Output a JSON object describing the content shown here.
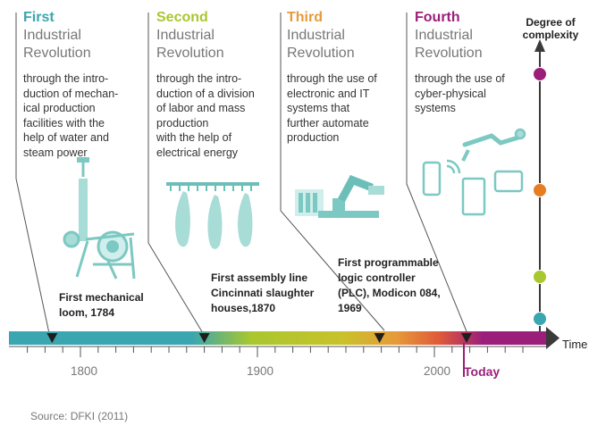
{
  "columns": [
    {
      "ordinal": "First",
      "title_line1": "Industrial",
      "title_line2": "Revolution",
      "color": "#3aa6b0",
      "description": "through the intro-\nduction of mechan-\nical production\nfacilities with the\nhelp of water and\nsteam power",
      "icon": "mechanical-loom-icon"
    },
    {
      "ordinal": "Second",
      "title_line1": "Industrial",
      "title_line2": "Revolution",
      "color": "#a9c72f",
      "description": "through the intro-\nduction of a division\nof labor and mass\nproduction\nwith the help of\nelectrical energy",
      "icon": "assembly-line-icon"
    },
    {
      "ordinal": "Third",
      "title_line1": "Industrial",
      "title_line2": "Revolution",
      "color": "#e69a3a",
      "description": "through the use of\nelectronic and IT\nsystems that\nfurther automate\nproduction",
      "icon": "industrial-robot-icon"
    },
    {
      "ordinal": "Fourth",
      "title_line1": "Industrial",
      "title_line2": "Revolution",
      "color": "#9b1f7a",
      "description": "through the use of\ncyber-physical\nsystems",
      "icon": "cyber-physical-devices-icon"
    }
  ],
  "milestones": [
    {
      "text": "First mechanical\nloom, 1784",
      "year": 1784
    },
    {
      "text": "First assembly line\nCincinnati slaughter\nhouses,1870",
      "year": 1870
    },
    {
      "text": "First programmable\nlogic controller\n(PLC), Modicon 084,\n1969",
      "year": 1969
    }
  ],
  "timeline": {
    "axis_label": "Time",
    "today_label": "Today",
    "year_labels": [
      "1800",
      "1900",
      "2000"
    ],
    "colors": [
      "#3aa6b0",
      "#a9c72f",
      "#e69a3a",
      "#9b1f7a"
    ]
  },
  "complexity_axis": {
    "label": "Degree of\ncomplexity",
    "levels": [
      {
        "level": 1,
        "color": "#3aa6b0"
      },
      {
        "level": 2,
        "color": "#a9c72f"
      },
      {
        "level": 3,
        "color": "#e67d22"
      },
      {
        "level": 4,
        "color": "#9b1f7a"
      }
    ]
  },
  "source": "Source: DFKI (2011)"
}
